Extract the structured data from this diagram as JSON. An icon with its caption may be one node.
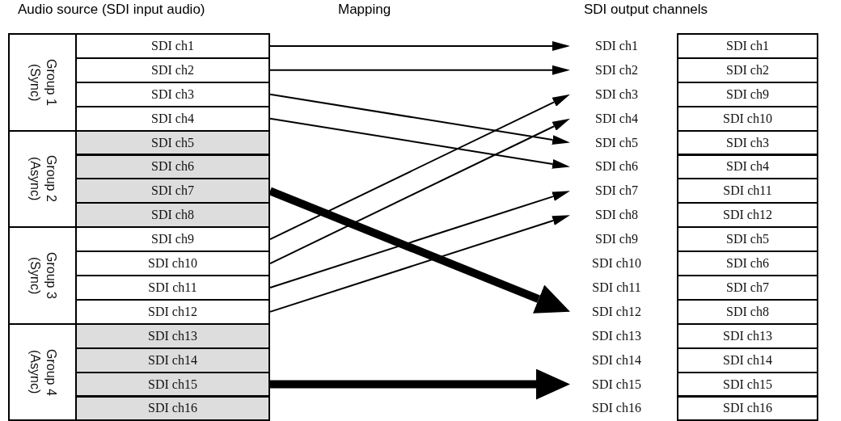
{
  "diagram": {
    "nodes": [
      {
        "text": [
          "Group 1 (Sync)"
        ]
      },
      {
        "text": [
          "SDI ch1"
        ]
      },
      {
        "text": [
          "SDI ch2"
        ]
      },
      {
        "text": [
          "SDI ch3"
        ]
      },
      {
        "text": [
          "SDI ch4"
        ]
      },
      {
        "text": [
          "Group 2 (Async)"
        ]
      },
      {
        "text": [
          "SDI ch5"
        ]
      },
      {
        "text": [
          "SDI ch6"
        ]
      },
      {
        "text": [
          "SDI ch7"
        ]
      },
      {
        "text": [
          "SDI ch8"
        ]
      },
      {
        "text": [
          "Group 3 (Sync)"
        ]
      },
      {
        "text": [
          "SDI ch9"
        ]
      },
      {
        "text": [
          "SDI ch10"
        ]
      },
      {
        "text": [
          "SDI ch11"
        ]
      },
      {
        "text": [
          "SDI ch12"
        ]
      },
      {
        "text": [
          "Group 4 (Async)"
        ]
      },
      {
        "text": [
          "SDI ch13"
        ]
      },
      {
        "text": [
          "SDI ch14"
        ]
      },
      {
        "text": [
          "SDI ch15"
        ]
      },
      {
        "text": [
          "SDI ch16"
        ]
      },
      {
        "text": [
          "SDI ch1"
        ]
      },
      {
        "text": [
          "SDI ch1"
        ]
      },
      {
        "text": [
          "SDI ch2"
        ]
      },
      {
        "text": [
          "SDI ch2"
        ]
      },
      {
        "text": [
          "SDI ch3"
        ]
      },
      {
        "text": [
          "SDI ch9"
        ]
      },
      {
        "text": [
          "SDI ch4"
        ]
      },
      {
        "text": [
          "SDI ch10"
        ]
      },
      {
        "text": [
          "SDI ch5"
        ]
      },
      {
        "text": [
          "SDI ch3"
        ]
      },
      {
        "text": [
          "SDI ch6"
        ]
      },
      {
        "text": [
          "SDI ch4"
        ]
      },
      {
        "text": [
          "SDI ch7"
        ]
      },
      {
        "text": [
          "SDI ch11"
        ]
      },
      {
        "text": [
          "SDI ch8"
        ]
      },
      {
        "text": [
          "SDI ch12"
        ]
      },
      {
        "text": [
          "SDI ch9"
        ]
      },
      {
        "text": [
          "SDI ch5"
        ]
      },
      {
        "text": [
          "SDI ch10"
        ]
      },
      {
        "text": [
          "SDI ch6"
        ]
      },
      {
        "text": [
          "SDI ch11"
        ]
      },
      {
        "text": [
          "SDI ch7"
        ]
      },
      {
        "text": [
          "SDI ch12"
        ]
      },
      {
        "text": [
          "SDI ch8"
        ]
      },
      {
        "text": [
          "SDI ch13"
        ]
      },
      {
        "text": [
          "SDI ch13"
        ]
      },
      {
        "text": [
          "SDI ch14"
        ]
      },
      {
        "text": [
          "SDI ch14"
        ]
      },
      {
        "text": [
          "SDI ch15"
        ]
      },
      {
        "text": [
          "SDI ch15"
        ]
      },
      {
        "text": [
          "SDI ch16"
        ]
      },
      {
        "text": [
          "SDI ch16"
        ]
      }
    ],
    "edges": [
      {
        "from": 1,
        "to": 20,
        "arrow": "to"
      },
      {
        "from": 2,
        "to": 22,
        "arrow": "to"
      },
      {
        "from": 3,
        "to": 28,
        "arrow": "to"
      },
      {
        "from": 4,
        "to": 30,
        "arrow": "to"
      },
      {
        "from": 8,
        "to": 42,
        "arrow": "to",
        "style": "thick"
      },
      {
        "from": 11,
        "to": 24,
        "arrow": "to"
      },
      {
        "from": 12,
        "to": 26,
        "arrow": "to"
      },
      {
        "from": 13,
        "to": 32,
        "arrow": "to"
      },
      {
        "from": 14,
        "to": 34,
        "arrow": "to"
      },
      {
        "from": 18,
        "to": 48,
        "arrow": "to",
        "style": "thick"
      }
    ],
    "labels": [
      "Audio source (SDI input audio)",
      "Mapping",
      "SDI output channels"
    ]
  }
}
